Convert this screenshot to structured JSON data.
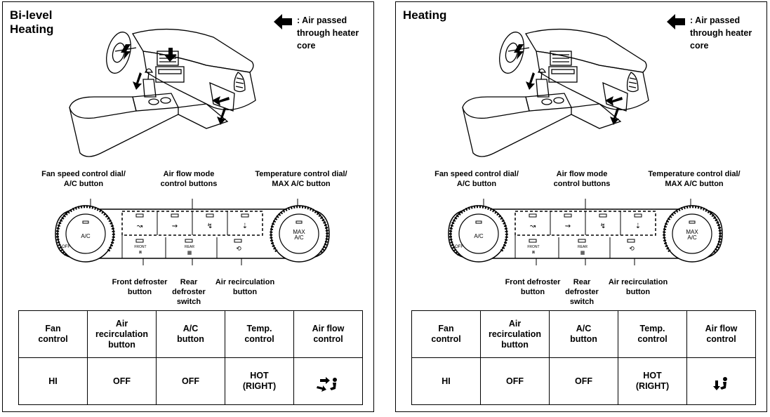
{
  "panels": [
    {
      "title": "Bi-level\nHeating",
      "legend_text": ": Air passed\nthrough heater\ncore",
      "labels": {
        "fan_dial": "Fan speed control dial/\nA/C button",
        "air_flow_mode": "Air flow mode\ncontrol buttons",
        "temp_dial": "Temperature control dial/\nMAX A/C button",
        "front_defroster": "Front defroster\nbutton",
        "rear_defroster": "Rear\ndefroster\nswitch",
        "air_recirculation": "Air recirculation\nbutton"
      },
      "control_panel": {
        "ac_text": "A/C",
        "max_text": "MAX\nA/C",
        "front_text": "FRONT",
        "rear_text": "REAR",
        "off_text": "OFF"
      },
      "table": {
        "headers": [
          "Fan\ncontrol",
          "Air\nrecirculation\nbutton",
          "A/C\nbutton",
          "Temp.\ncontrol",
          "Air flow\ncontrol"
        ],
        "values": [
          "HI",
          "OFF",
          "OFF",
          "HOT\n(RIGHT)"
        ],
        "airflow_icon": "bilevel-airflow-icon"
      }
    },
    {
      "title": "Heating",
      "legend_text": ": Air passed\nthrough heater\ncore",
      "labels": {
        "fan_dial": "Fan speed control dial/\nA/C button",
        "air_flow_mode": "Air flow mode\ncontrol buttons",
        "temp_dial": "Temperature control dial/\nMAX A/C button",
        "front_defroster": "Front defroster\nbutton",
        "rear_defroster": "Rear\ndefroster\nswitch",
        "air_recirculation": "Air recirculation\nbutton"
      },
      "control_panel": {
        "ac_text": "A/C",
        "max_text": "MAX\nA/C",
        "front_text": "FRONT",
        "rear_text": "REAR",
        "off_text": "OFF"
      },
      "table": {
        "headers": [
          "Fan\ncontrol",
          "Air\nrecirculation\nbutton",
          "A/C\nbutton",
          "Temp.\ncontrol",
          "Air flow\ncontrol"
        ],
        "values": [
          "HI",
          "OFF",
          "OFF",
          "HOT\n(RIGHT)"
        ],
        "airflow_icon": "foot-airflow-icon"
      }
    }
  ]
}
